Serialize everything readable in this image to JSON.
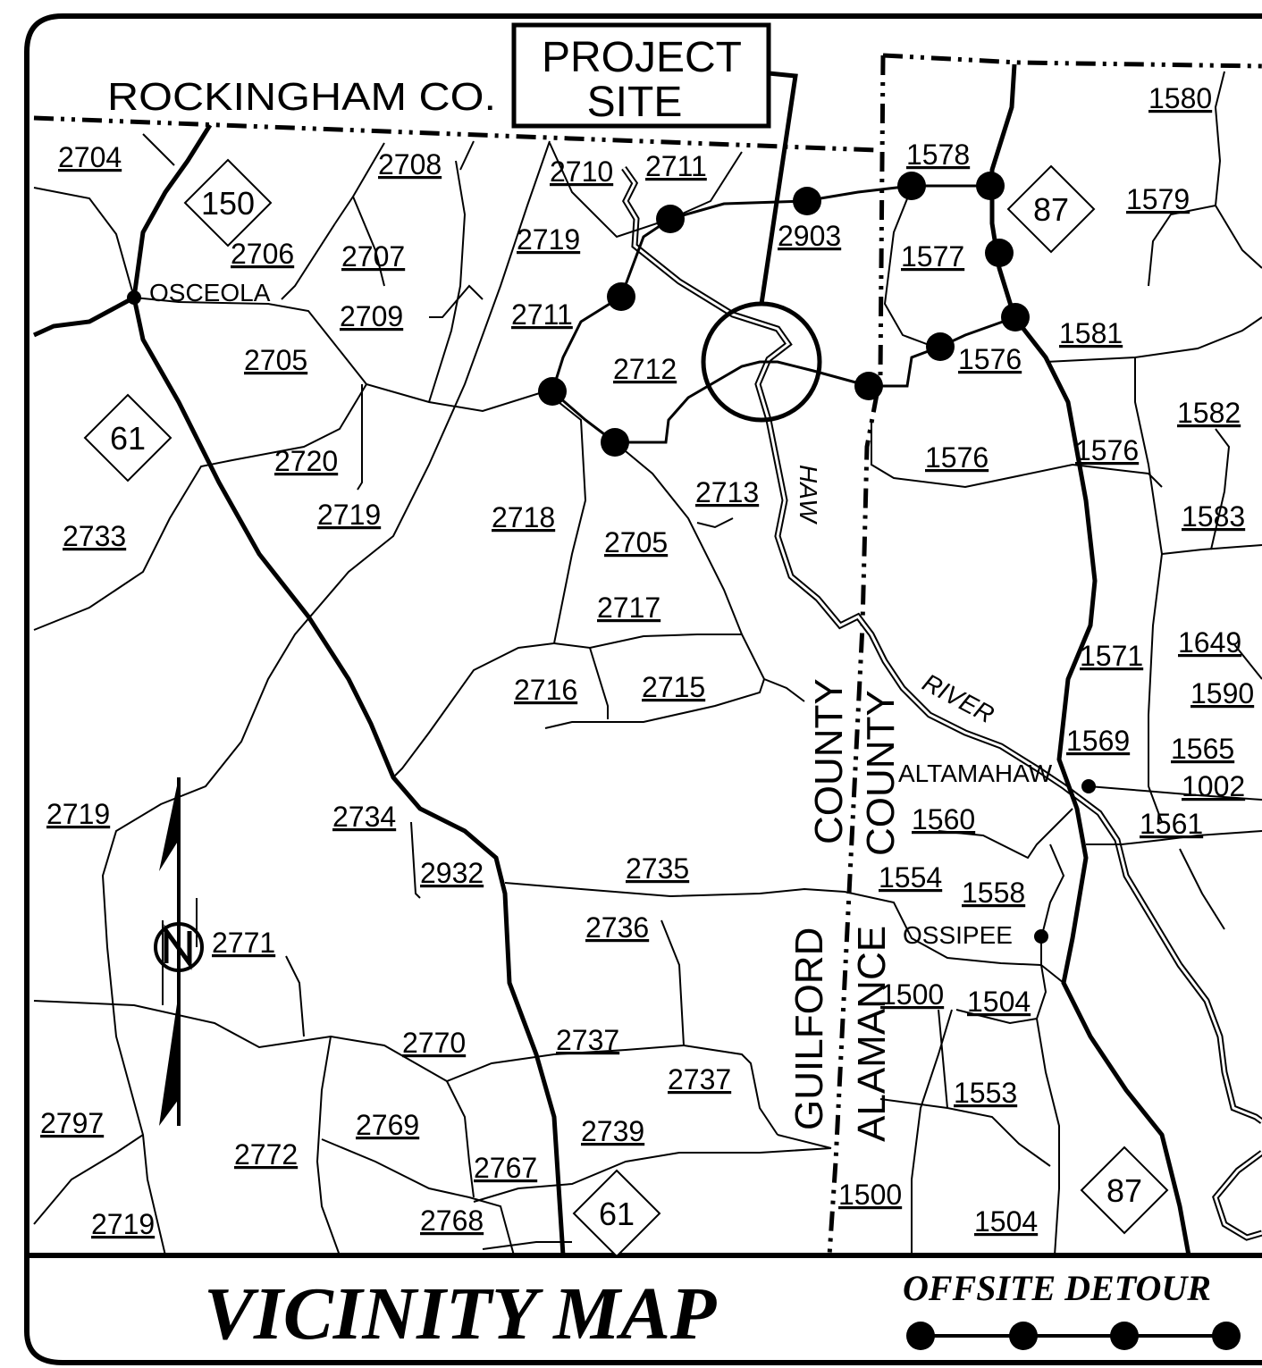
{
  "title": "VICINITY MAP",
  "project_site": {
    "line1": "PROJECT",
    "line2": "SITE"
  },
  "legend": {
    "label": "OFFSITE DETOUR"
  },
  "county_labels": {
    "rockingham": "ROCKINGHAM CO.",
    "guilford": "GUILFORD",
    "guilford_county": "COUNTY",
    "alamance": "ALAMANCE",
    "alamance_county": "COUNTY"
  },
  "places": {
    "osceola": "OSCEOLA",
    "altamahaw": "ALTAMAHAW",
    "ossipee": "OSSIPEE"
  },
  "river": {
    "word1": "HAW",
    "word2": "RIVER"
  },
  "highway_shields": [
    "150",
    "61",
    "87",
    "87",
    "61"
  ],
  "road_labels": [
    "2704",
    "2708",
    "2710",
    "2711",
    "2706",
    "2707",
    "2719",
    "2709",
    "2711",
    "2705",
    "2712",
    "2903",
    "2720",
    "2733",
    "2719",
    "2718",
    "2713",
    "2705",
    "2717",
    "2716",
    "2715",
    "2719",
    "2734",
    "2932",
    "2735",
    "2736",
    "2771",
    "2770",
    "2737",
    "2737",
    "2797",
    "2769",
    "2772",
    "2767",
    "2739",
    "2719",
    "2768",
    "1580",
    "1578",
    "1579",
    "1577",
    "1581",
    "1576",
    "1582",
    "1576",
    "1576",
    "1583",
    "1571",
    "1649",
    "1590",
    "1569",
    "1565",
    "1002",
    "1560",
    "1561",
    "1554",
    "1558",
    "1500",
    "1504",
    "1553",
    "1500",
    "1504"
  ]
}
